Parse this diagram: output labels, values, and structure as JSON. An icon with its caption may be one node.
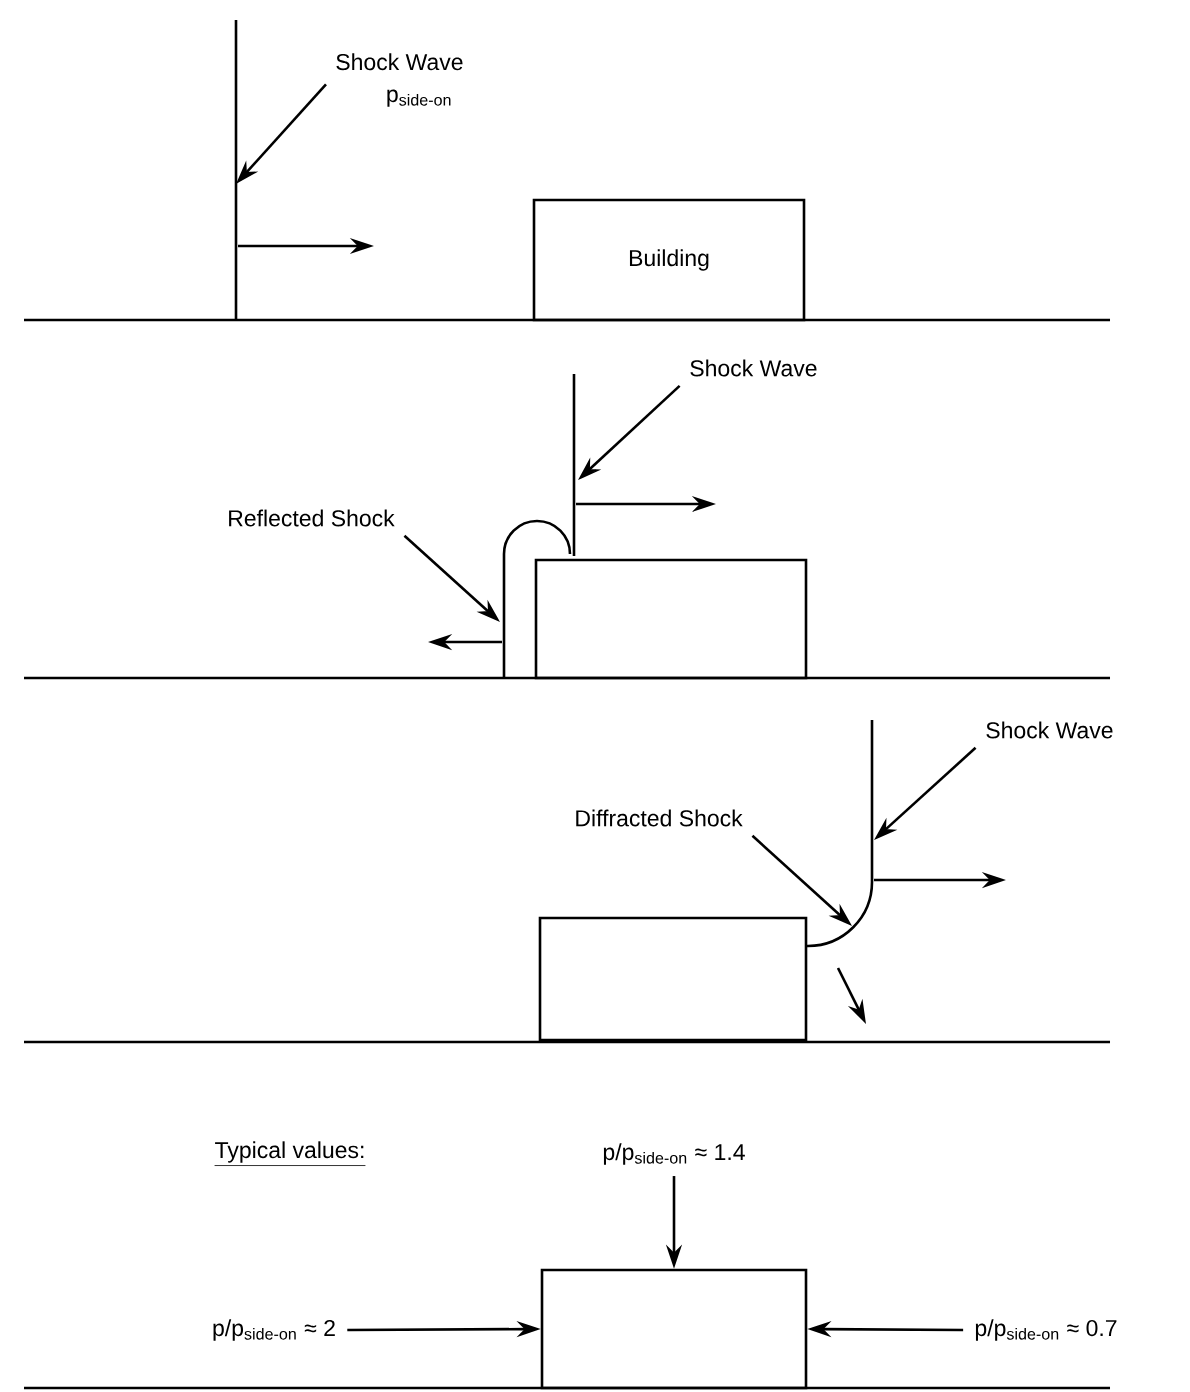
{
  "diagram": {
    "nodes": [
      {
        "text": [
          "Shock Wave",
          "p$_{side-on}$"
        ]
      },
      {
        "text": [
          "Building"
        ]
      },
      {
        "text": [
          "Shock Wave"
        ]
      },
      {
        "text": [
          "Reflected Shock"
        ]
      },
      {
        "text": [],
        "shape": "box"
      },
      {
        "text": [
          "Shock Wave"
        ]
      },
      {
        "text": [
          "Diffracted Shock"
        ]
      },
      {
        "text": [],
        "shape": "box"
      },
      {
        "text": [
          "p/p$_{side-on}$ ≈ 1.4"
        ]
      },
      {
        "text": [
          "p/p$_{side-on}$ ≈ 2"
        ]
      },
      {
        "text": [],
        "shape": "box"
      },
      {
        "text": [
          "p/p$_{side-on}$ ≈ 0.7"
        ]
      }
    ],
    "edges": [
      {
        "from": 0,
        "to": null,
        "arrow": "to"
      },
      {
        "from": 2,
        "to": null,
        "arrow": "to"
      },
      {
        "from": 3,
        "to": null,
        "arrow": "to"
      },
      {
        "from": 5,
        "to": null,
        "arrow": "to"
      },
      {
        "from": 6,
        "to": null,
        "arrow": "to"
      },
      {
        "from": 8,
        "to": 10,
        "arrow": "to"
      },
      {
        "from": 9,
        "to": 10,
        "arrow": "to"
      },
      {
        "from": 11,
        "to": 10,
        "arrow": "to"
      }
    ],
    "labels": [
      "Typical values:"
    ]
  }
}
